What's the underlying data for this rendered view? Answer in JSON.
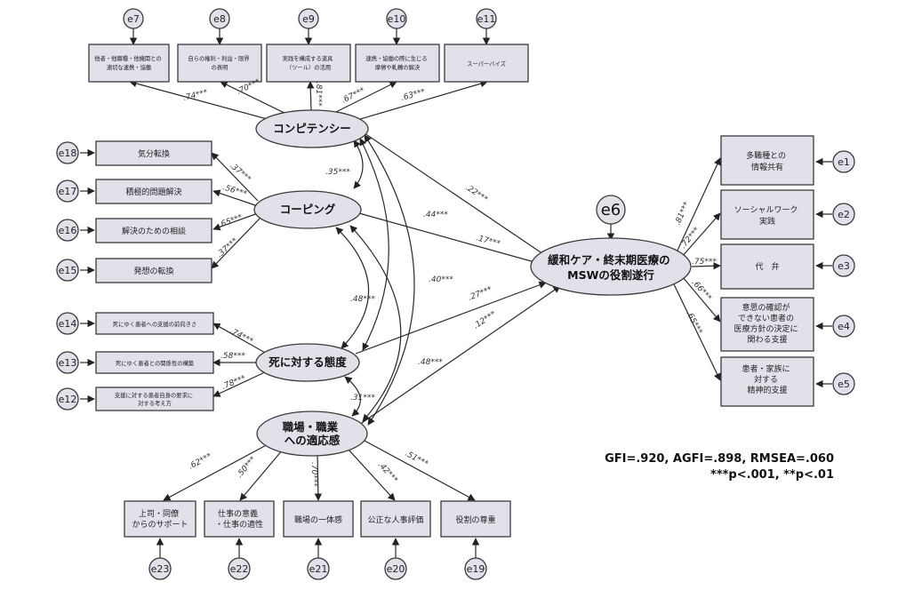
{
  "latents": {
    "competency": "コンピテンシー",
    "coping": "コーピング",
    "death_attitude": "死に対する態度",
    "workplace_1": "職場・職業",
    "workplace_2": "への適応感",
    "outcome_1": "緩和ケア・終末期医療の",
    "outcome_2": "MSWの役割遂行",
    "outcome_error": "e6"
  },
  "indicators": {
    "comp_1": [
      "他者・他職種・他機関との",
      "適切な連携・協働"
    ],
    "comp_2": [
      "自らの権利・利益・限界",
      "の表明"
    ],
    "comp_3": [
      "実践を構成する道具",
      "（ツール）の活用"
    ],
    "comp_4": [
      "連携・協働の際に生じる",
      "摩擦や軋轢の解決"
    ],
    "comp_5": [
      "スーパーバイズ"
    ],
    "cop_1": [
      "気分転換"
    ],
    "cop_2": [
      "積極的問題解決"
    ],
    "cop_3": [
      "解決のための相談"
    ],
    "cop_4": [
      "発想の転換"
    ],
    "death_1": [
      "死にゆく患者への支援の前向きさ"
    ],
    "death_2": [
      "死にゆく患者との関係性の構築"
    ],
    "death_3": [
      "支援に対する患者自身の要求に",
      "対する考え方"
    ],
    "work_1": [
      "上司・同僚",
      "からのサポート"
    ],
    "work_2": [
      "仕事の意義",
      "・仕事の適性"
    ],
    "work_3": [
      "職場の一体感"
    ],
    "work_4": [
      "公正な人事評価"
    ],
    "work_5": [
      "役割の尊重"
    ],
    "out_1": [
      "多職種との",
      "情報共有"
    ],
    "out_2": [
      "ソーシャルワーク",
      "実践"
    ],
    "out_3": [
      "代　弁"
    ],
    "out_4": [
      "意思の確認が",
      "できない患者の",
      "医療方針の決定に",
      "関わる支援"
    ],
    "out_5": [
      "患者・家族に",
      "対する",
      "精神的支援"
    ]
  },
  "errors": {
    "e1": "e1",
    "e2": "e2",
    "e3": "e3",
    "e4": "e4",
    "e5": "e5",
    "e7": "e7",
    "e8": "e8",
    "e9": "e9",
    "e10": "e10",
    "e11": "e11",
    "e12": "e12",
    "e13": "e13",
    "e14": "e14",
    "e15": "e15",
    "e16": "e16",
    "e17": "e17",
    "e18": "e18",
    "e19": "e19",
    "e20": "e20",
    "e21": "e21",
    "e22": "e22",
    "e23": "e23"
  },
  "loadings": {
    "comp_1": ".74***",
    "comp_2": ".70***",
    "comp_3": ".81***",
    "comp_4": ".67***",
    "comp_5": ".63***",
    "cop_1": ".37***",
    "cop_2": ".56***",
    "cop_3": ".65***",
    "cop_4": ".37***",
    "death_1": ".74***",
    "death_2": ".58***",
    "death_3": ".78***",
    "work_1": ".62***",
    "work_2": ".50***",
    "work_3": ".70***",
    "work_4": ".42***",
    "work_5": ".51***",
    "out_1": ".81***",
    "out_2": ".72***",
    "out_3": ".75***",
    "out_4": ".66***",
    "out_5": ".65***"
  },
  "paths": {
    "comp_out": ".22***",
    "cop_out": ".17***",
    "death_out": ".27***",
    "work_out": ".12***"
  },
  "correlations": {
    "comp_cop": ".35***",
    "comp_death": ".44***",
    "comp_work": ".40***",
    "cop_death": ".48***",
    "cop_work": ".48***",
    "death_work": ".31***"
  },
  "fit": {
    "line1": "GFI=.920, AGFI=.898, RMSEA=.060",
    "line2": "***p<.001, **p<.01"
  }
}
